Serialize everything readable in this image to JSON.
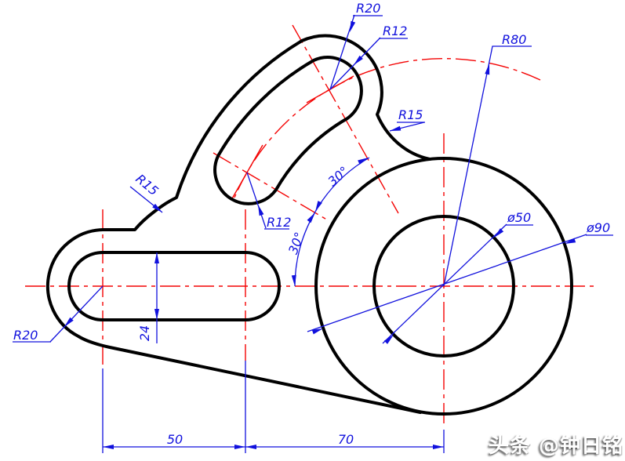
{
  "drawing": {
    "labels": {
      "r20_top": "R20",
      "r12_top": "R12",
      "r80": "R80",
      "r15_right": "R15",
      "r15_left": "R15",
      "r12_bottom": "R12",
      "r20_left": "R20",
      "dia50": "ø50",
      "dia90": "ø90",
      "angle_upper": "30°",
      "angle_lower": "30°",
      "slot_width": "24",
      "dist_left": "50",
      "dist_right": "70"
    },
    "colors": {
      "outline": "#000000",
      "centerline": "#f40404",
      "dimension": "#1111dd"
    },
    "watermark": "头条 @钟日铭"
  }
}
